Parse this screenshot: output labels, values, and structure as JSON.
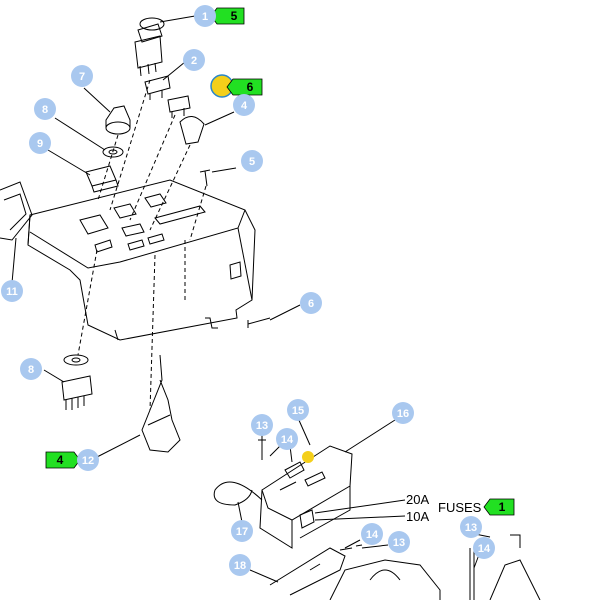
{
  "colors": {
    "callout": "#a9c8ef",
    "callout_text": "#ffffff",
    "tag_fill": "#22e022",
    "highlight": "#f4cf1a",
    "line": "#000000"
  },
  "callouts": [
    {
      "id": "c1",
      "label": "1"
    },
    {
      "id": "c2",
      "label": "2"
    },
    {
      "id": "c7",
      "label": "7"
    },
    {
      "id": "c8a",
      "label": "8"
    },
    {
      "id": "c4a",
      "label": "4"
    },
    {
      "id": "c9",
      "label": "9"
    },
    {
      "id": "c5a",
      "label": "5"
    },
    {
      "id": "c11",
      "label": "11"
    },
    {
      "id": "c6a",
      "label": "6"
    },
    {
      "id": "c8b",
      "label": "8"
    },
    {
      "id": "c12",
      "label": "12"
    },
    {
      "id": "c13a",
      "label": "13"
    },
    {
      "id": "c15",
      "label": "15"
    },
    {
      "id": "c16",
      "label": "16"
    },
    {
      "id": "c14a",
      "label": "14"
    },
    {
      "id": "c17",
      "label": "17"
    },
    {
      "id": "c14b",
      "label": "14"
    },
    {
      "id": "c13b",
      "label": "13"
    },
    {
      "id": "c18",
      "label": "18"
    },
    {
      "id": "c13c",
      "label": "13"
    },
    {
      "id": "c14c",
      "label": "14"
    }
  ],
  "tags": [
    {
      "id": "t5",
      "label": "5"
    },
    {
      "id": "t6",
      "label": "6"
    },
    {
      "id": "t4",
      "label": "4"
    },
    {
      "id": "t1",
      "label": "1"
    }
  ],
  "fuse_labels": {
    "fuse_20a": "20A",
    "fuse_10a": "10A",
    "fuses": "FUSES"
  }
}
